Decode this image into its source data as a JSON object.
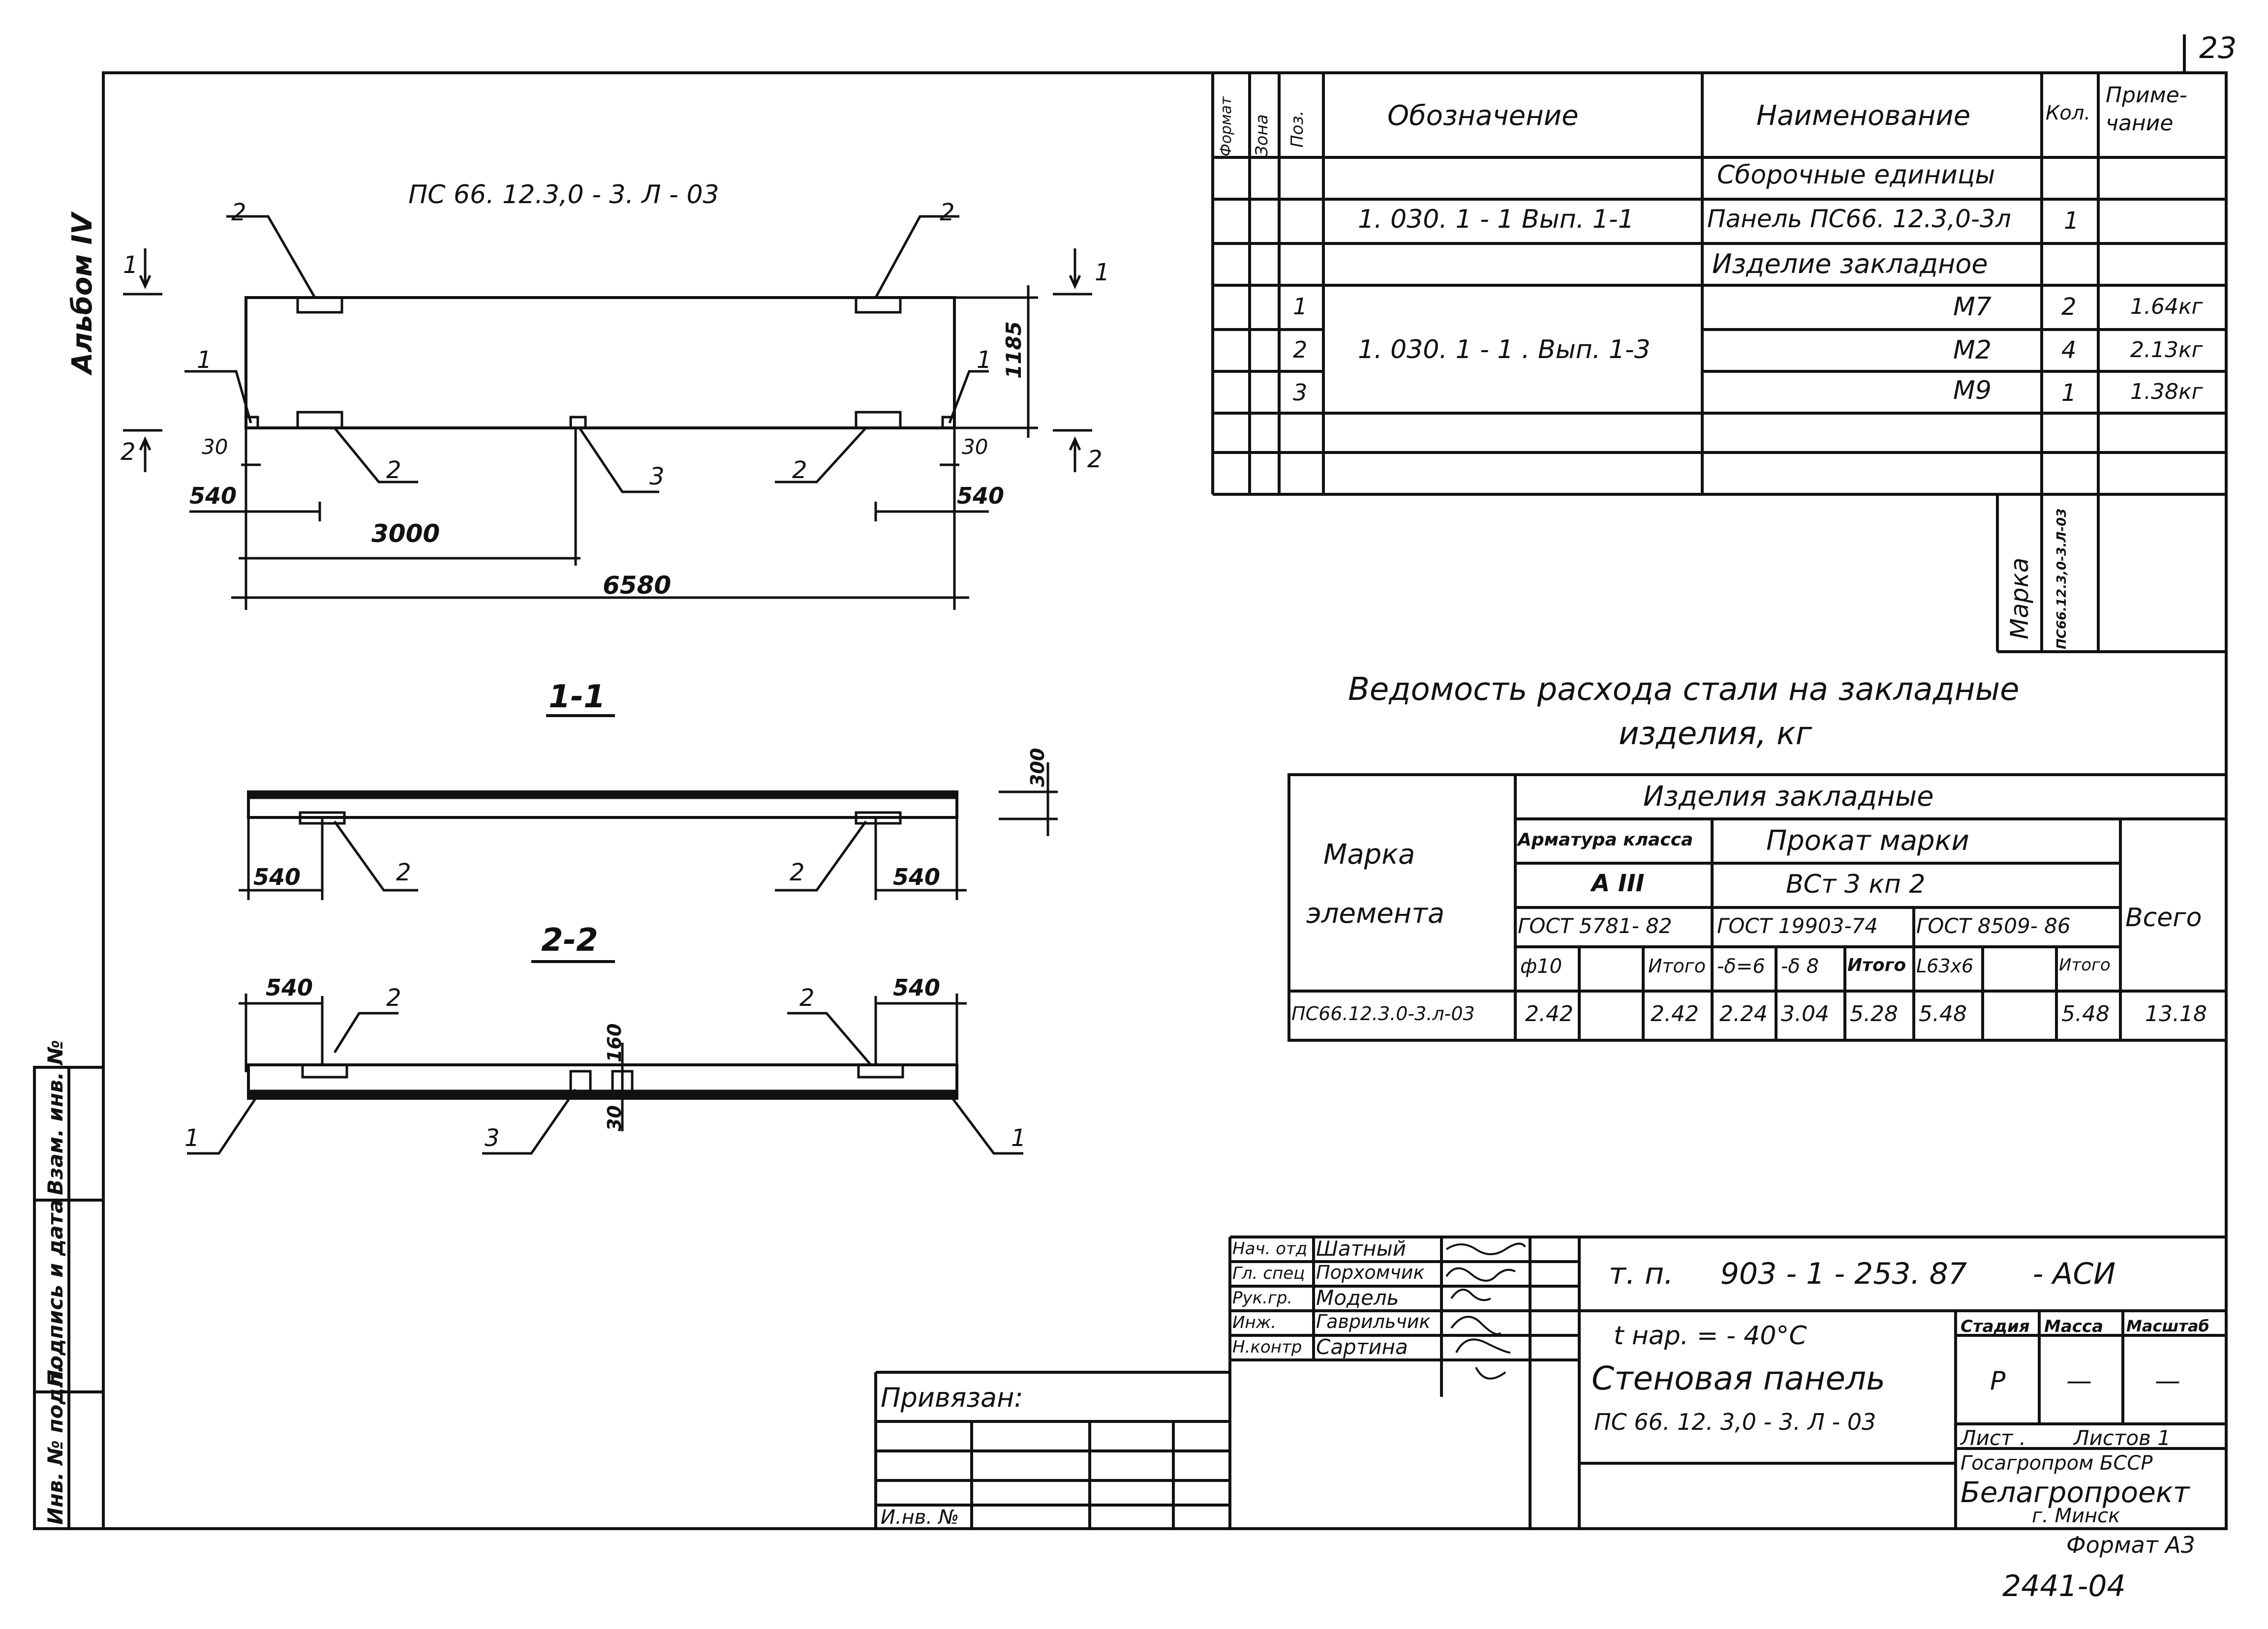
{
  "page_number": "23",
  "album_label": "Альбом IV",
  "drawing": {
    "panel_mark": "ПС 66. 12.3,0 - 3. Л - 03",
    "sec_1": "1-1",
    "sec_2": "2-2",
    "dims": {
      "d540": "540",
      "d30": "30",
      "d3000": "3000",
      "d6580": "6580",
      "d1185": "1185",
      "d300": "300",
      "d160": "160"
    },
    "labels": {
      "one": "1",
      "two": "2",
      "three": "3"
    }
  },
  "spec_table": {
    "headers": {
      "format": "Формат",
      "zone": "Зона",
      "pos": "Поз.",
      "designation": "Обозначение",
      "name": "Наименование",
      "qty": "Кол.",
      "note": "Приме-чание"
    },
    "sec_assembly": "Сборочные единицы",
    "row_panel": {
      "designation": "1. 030. 1 - 1   Вып. 1-1",
      "name": "Панель ПС66. 12.3,0-3л",
      "qty": "1"
    },
    "sec_embedded": "Изделие закладное",
    "group_designation": "1. 030. 1 - 1 . Вып. 1-3",
    "rows": [
      {
        "pos": "1",
        "name": "М7",
        "qty": "2",
        "note": "1.64кг"
      },
      {
        "pos": "2",
        "name": "М2",
        "qty": "4",
        "note": "2.13кг"
      },
      {
        "pos": "3",
        "name": "М9",
        "qty": "1",
        "note": "1.38кг"
      }
    ],
    "marka_label": "Марка",
    "marka_value": "ПС66.12.3,0-3.Л-03"
  },
  "steel_table": {
    "title_1": "Ведомость расхода стали на закладные",
    "title_2": "изделия, кг",
    "h_element_1": "Марка",
    "h_element_2": "элемента",
    "h_items": "Изделия закладные",
    "h_rebar": "Арматура класса",
    "h_rolled": "Прокат марки",
    "h_a3": "А III",
    "h_vst": "ВСт 3 кп 2",
    "h_gost1": "ГОСТ 5781- 82",
    "h_gost2": "ГОСТ 19903-74",
    "h_gost3": "ГОСТ 8509- 86",
    "h_total": "Всего",
    "sub": [
      "ф10",
      "",
      "Итого",
      "-δ=6",
      "-δ 8",
      "Итого",
      "L63х6",
      "",
      "Итого"
    ],
    "row": {
      "mark": "ПС66.12.3.0-3.л-03",
      "cells": [
        "2.42",
        "",
        "2.42",
        "2.24",
        "3.04",
        "5.28",
        "5.48",
        "",
        "5.48"
      ],
      "total": "13.18"
    }
  },
  "title_block": {
    "roles": [
      {
        "role": "Нач. отд",
        "name": "Шатный"
      },
      {
        "role": "Гл. спец",
        "name": "Порхомчик"
      },
      {
        "role": "Рук.гр.",
        "name": "Модель"
      },
      {
        "role": "Инж.",
        "name": "Гаврильчик"
      },
      {
        "role": "Н.контр",
        "name": "Сартина"
      }
    ],
    "doc_code": "т. п.     903 - 1 - 253. 87       - АСИ",
    "temp": "t нар. = - 40°С",
    "title_1": "Стеновая панель",
    "title_2": "ПС 66. 12. 3,0 - 3. Л - 03",
    "stage_h": "Стадия",
    "mass_h": "Масса",
    "scale_h": "Масштаб",
    "stage_v": "Р",
    "mass_v": "—",
    "scale_v": "—",
    "sheet": "Лист .",
    "sheets": "Листов 1",
    "org_1": "Госагропром БССР",
    "org_2": "Белагропроект",
    "city": "г. Минск",
    "format": "Формат А3",
    "bound": "Привязан:",
    "inv": "И.нв. №"
  },
  "side_stamps": [
    "Инв. № подл.",
    "Подпись и дата",
    "Взам. инв. №"
  ],
  "bottom_code": "2441-04"
}
